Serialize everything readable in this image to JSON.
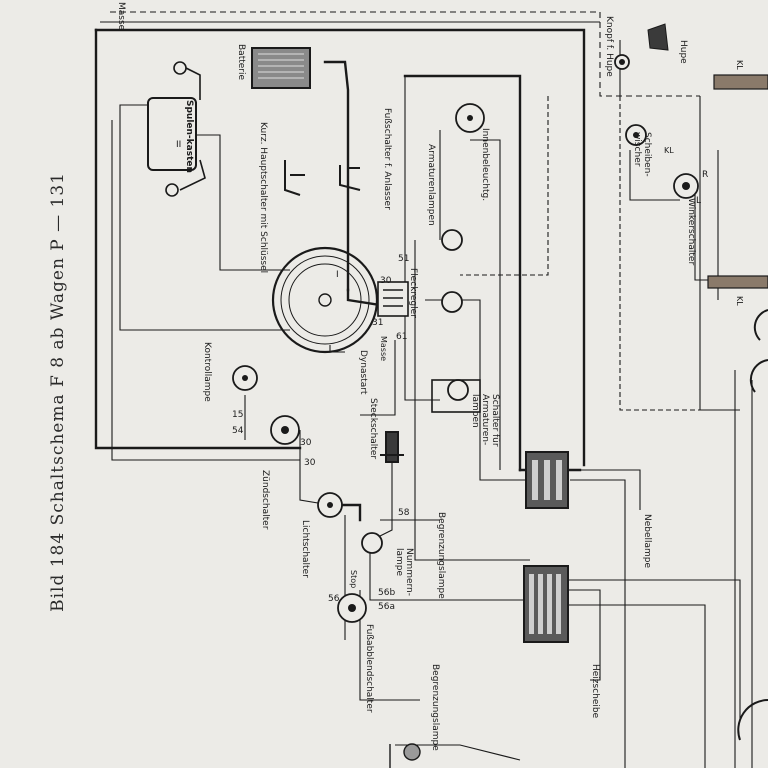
{
  "caption": "Bild 184 Schaltschema F 8 ab Wagen P — 131",
  "components": {
    "masse_top": "Masse",
    "batterie": "Batterie",
    "spulenkasten": "Spulen-kasten",
    "kurzschluss_hauptschalter": "Kurz. Hauptschalter mit Schlüssel",
    "fussschalter_anlasser": "Fußschalter f. Anlasser",
    "innenbeleuchtung": "Innenbeleuchtg.",
    "armaturenlampen": "Armaturenlampen",
    "knopf_hupe": "Knopf f. Hupe",
    "hupe": "Hupe",
    "scheibenwischer": "Scheiben-wischer",
    "winkerschalter": "Winkerschalter",
    "fleckregler": "Fleckregler",
    "masse_mid": "Masse",
    "dynastart": "Dynastart",
    "kontrollampe": "Kontrollampe",
    "schalter_armaturenlampen": "Schalter für Armaturen-lampen",
    "steckschalter": "Steckschalter",
    "zuendschalter": "Zündschalter",
    "lichtschalter": "Lichtschalter",
    "begrenzungslampe_1": "Begrenzungslampe",
    "nummernlampe": "Nummern-lampe",
    "stop": "Stop",
    "fussabblendschalter": "Fußabblendschalter",
    "nebellampe": "Nebellampe",
    "heizscheibe": "Heizscheibe",
    "begrenzungslampe_2": "Begrenzungslampe",
    "kl_top": "KL",
    "kl_bottom": "KL"
  },
  "terminals": {
    "t51": "51",
    "t61": "61",
    "t30_fleck": "30",
    "t31": "31",
    "t15": "15",
    "t54": "54",
    "t30a": "30",
    "t30b": "30",
    "t58": "58",
    "t56b": "56b",
    "t56a": "56a",
    "t56": "56",
    "roman1": "I",
    "roman2": "II",
    "kl_r": "R",
    "kl_l": "L",
    "kl": "KL"
  },
  "colors": {
    "paper": "#ecebe7",
    "ink": "#1a1a1a",
    "fuse_fill": "#5a5a5a"
  }
}
